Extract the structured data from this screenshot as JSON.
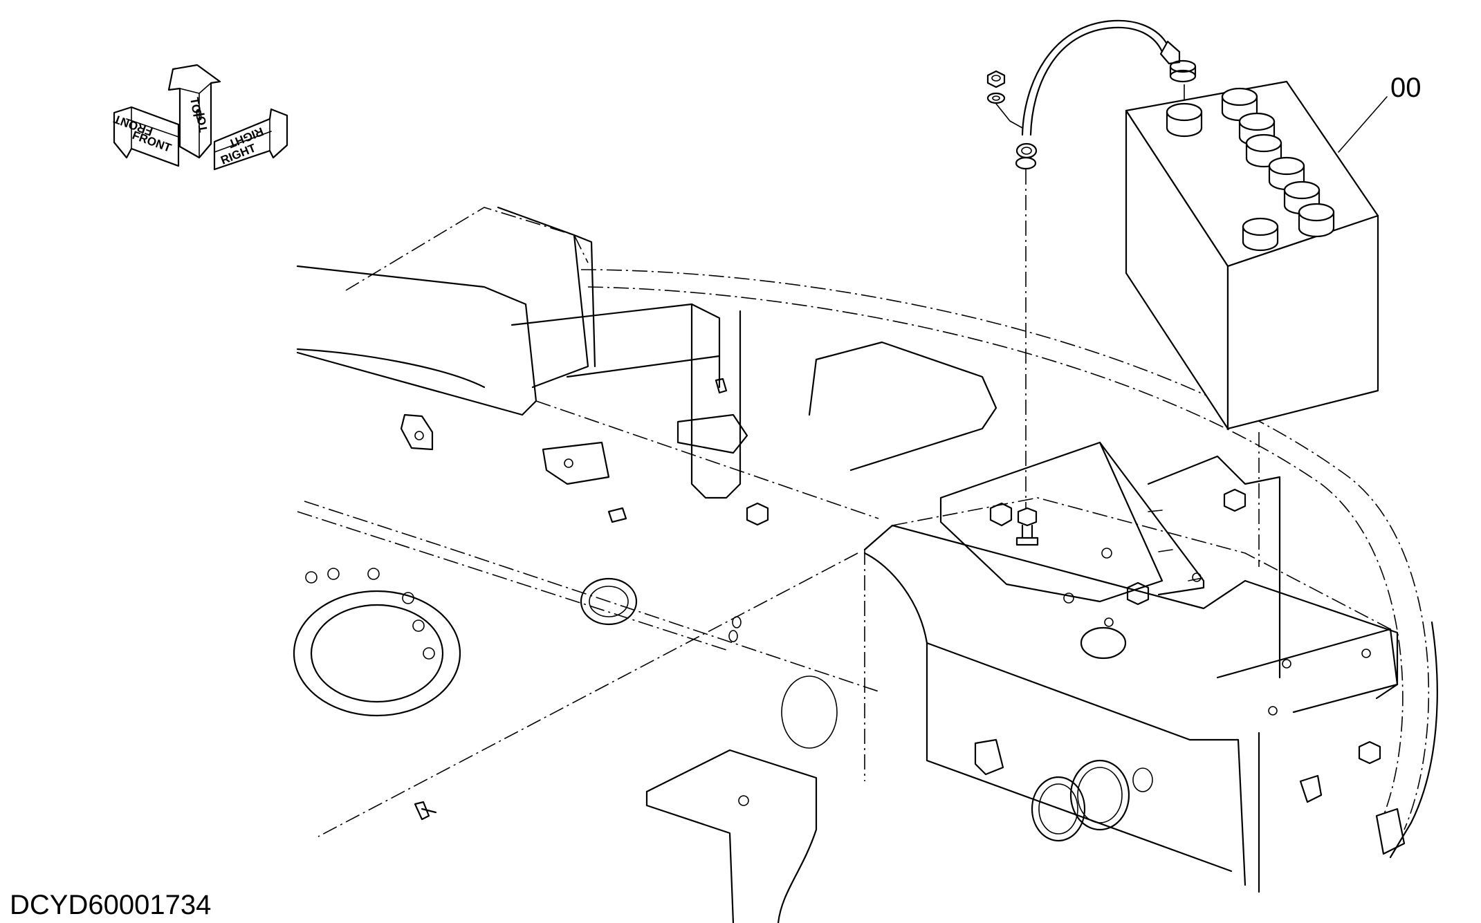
{
  "orientation_indicator": {
    "front_label": "FRONT",
    "top_label": "TOP",
    "right_label": "RIGHT"
  },
  "callout": {
    "battery_label": "00"
  },
  "drawing_code": "DCYD60001734",
  "parts": {
    "battery": "battery-icon",
    "battery_cable": "cable-icon",
    "nut": "nut-icon",
    "washer": "washer-icon",
    "bolt": "bolt-icon",
    "frame": "upper-frame-icon"
  }
}
